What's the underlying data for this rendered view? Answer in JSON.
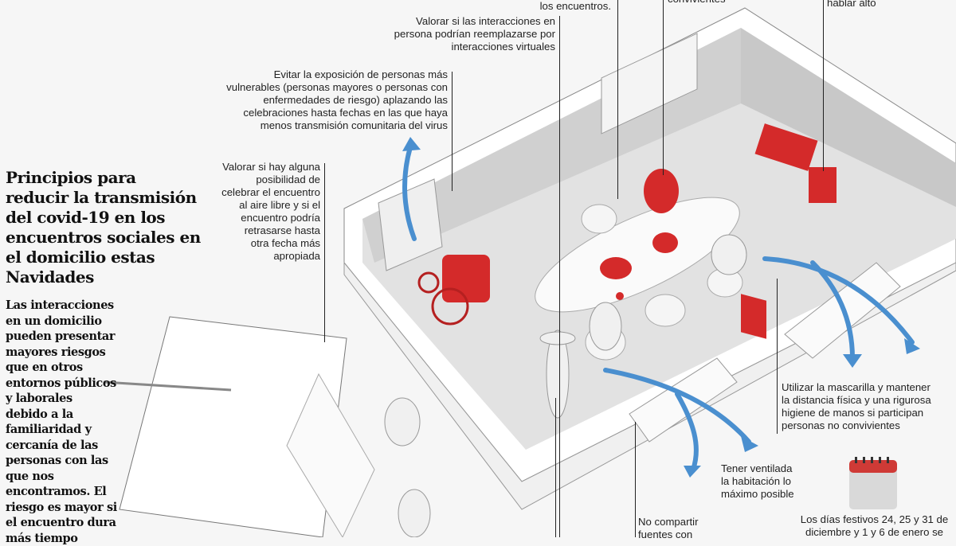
{
  "title": "Principios para reducir la transmisión del covid-19 en los encuentros sociales en el domicilio estas Navidades",
  "intro": "Las interacciones en un domicilio pueden presentar mayores riesgos que en otros entornos públicos y laborales debido a la familiaridad y cercanía de las personas con las que nos encontramos. El riesgo es mayor si el encuentro dura más tiempo",
  "annotations": {
    "encuentros": "los encuentros.",
    "convivientes": "convivientes",
    "hablar_alto": "hablar alto",
    "virtuales": "Valorar si las interacciones en\npersona podrían reemplazarse por\ninteracciones virtuales",
    "vulnerables": "Evitar la exposición de personas más\nvulnerables (personas mayores o personas con\nenfermedades de riesgo) aplazando las\ncelebraciones hasta fechas en las que haya\nmenos transmisión comunitaria del virus",
    "aire_libre": "Valorar si hay alguna\nposibilidad de\ncelebrar el encuentro\nal aire libre y si el\nencuentro podría\nretrasarse hasta\notra fecha más\napropiada",
    "mascarilla": "Utilizar la mascarilla y mantener\nla distancia física y una rigurosa\nhigiene de manos si participan\npersonas no convivientes",
    "ventilada": "Tener ventilada\nla habitación lo\nmáximo posible",
    "fuentes": "No compartir\nfuentes con",
    "festivos": "Los días festivos 24, 25 y 31 de\ndiciembre y 1 y 6 de enero se"
  },
  "colors": {
    "accent_red": "#d42a2a",
    "arrow_blue": "#4a8fcf",
    "wall": "#ffffff",
    "floor": "#e4e4e4"
  }
}
